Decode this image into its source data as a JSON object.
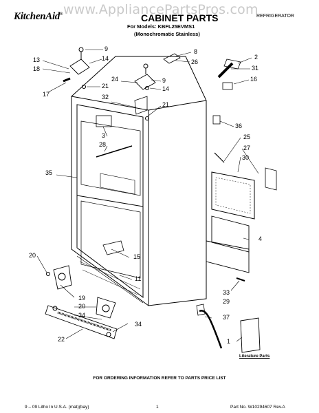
{
  "watermark": "www.AppliancePartsPros.com",
  "header": {
    "brand": "KitchenAid",
    "brand_mark": "®",
    "title": "CABINET PARTS",
    "category": "REFRIGERATOR",
    "models_line": "For Models: KBFL25EVMS1",
    "finish_line": "(Monochromatic Stainless)"
  },
  "callouts": [
    {
      "id": "9a",
      "label": "9"
    },
    {
      "id": "14a",
      "label": "14"
    },
    {
      "id": "13",
      "label": "13"
    },
    {
      "id": "18",
      "label": "18"
    },
    {
      "id": "17",
      "label": "17"
    },
    {
      "id": "21a",
      "label": "21"
    },
    {
      "id": "8",
      "label": "8"
    },
    {
      "id": "26",
      "label": "26"
    },
    {
      "id": "24",
      "label": "24"
    },
    {
      "id": "9b",
      "label": "9"
    },
    {
      "id": "14b",
      "label": "14"
    },
    {
      "id": "2",
      "label": "2"
    },
    {
      "id": "31",
      "label": "31"
    },
    {
      "id": "16",
      "label": "16"
    },
    {
      "id": "32",
      "label": "32"
    },
    {
      "id": "21b",
      "label": "21"
    },
    {
      "id": "36",
      "label": "36"
    },
    {
      "id": "3",
      "label": "3"
    },
    {
      "id": "28",
      "label": "28"
    },
    {
      "id": "25",
      "label": "25"
    },
    {
      "id": "27",
      "label": "27"
    },
    {
      "id": "30",
      "label": "30"
    },
    {
      "id": "35",
      "label": "35"
    },
    {
      "id": "4",
      "label": "4"
    },
    {
      "id": "20a",
      "label": "20"
    },
    {
      "id": "15",
      "label": "15"
    },
    {
      "id": "11",
      "label": "11"
    },
    {
      "id": "33",
      "label": "33"
    },
    {
      "id": "29",
      "label": "29"
    },
    {
      "id": "19",
      "label": "19"
    },
    {
      "id": "20b",
      "label": "20"
    },
    {
      "id": "34a",
      "label": "34"
    },
    {
      "id": "37",
      "label": "37"
    },
    {
      "id": "34b",
      "label": "34"
    },
    {
      "id": "22",
      "label": "22"
    },
    {
      "id": "1",
      "label": "1"
    }
  ],
  "literature_label": "Literature Parts",
  "footer": {
    "notice": "FOR ORDERING INFORMATION REFER TO PARTS PRICE LIST",
    "litho": "9 – 09 Litho In U.S.A. (mat)(bay)",
    "page": "1",
    "part_no": "Part No. W10294607 Rev.A"
  }
}
